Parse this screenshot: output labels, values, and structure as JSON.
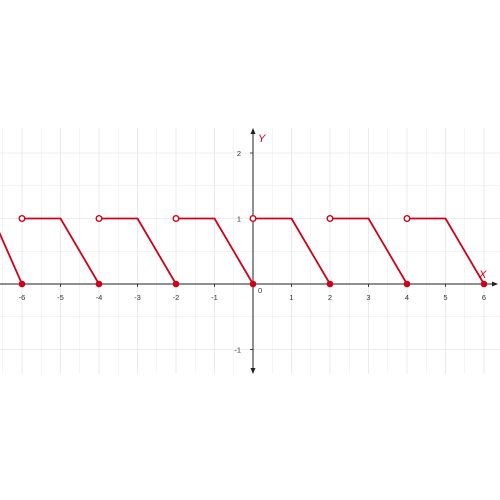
{
  "chart_data": {
    "type": "line",
    "title": "",
    "xlabel": "X",
    "ylabel": "Y",
    "xlim": [
      -6.5,
      6.5
    ],
    "ylim": [
      -1.4,
      2.4
    ],
    "grid": true,
    "x_ticks": [
      -6,
      -5,
      -4,
      -3,
      -2,
      -1,
      0,
      1,
      2,
      3,
      4,
      5,
      6
    ],
    "x_tick_labels": [
      "-6",
      "-5",
      "-4",
      "-3",
      "-2",
      "-1",
      "0",
      "1",
      "2",
      "3",
      "4",
      "5",
      "6"
    ],
    "y_ticks": [
      -1,
      1,
      2
    ],
    "y_tick_labels": [
      "-1",
      "1",
      "2"
    ],
    "origin_label": "0",
    "series": [
      {
        "color": "#d0021b",
        "segments": [
          [
            [
              -6.6,
              0.8
            ],
            [
              -6,
              0
            ]
          ],
          [
            [
              -6,
              1
            ],
            [
              -5,
              1
            ],
            [
              -4,
              0
            ]
          ],
          [
            [
              -4,
              1
            ],
            [
              -3,
              1
            ],
            [
              -2,
              0
            ]
          ],
          [
            [
              -2,
              1
            ],
            [
              -1,
              1
            ],
            [
              0,
              0
            ]
          ],
          [
            [
              0,
              1
            ],
            [
              1,
              1
            ],
            [
              2,
              0
            ]
          ],
          [
            [
              2,
              1
            ],
            [
              3,
              1
            ],
            [
              4,
              0
            ]
          ],
          [
            [
              4,
              1
            ],
            [
              5,
              1
            ],
            [
              6,
              0
            ]
          ]
        ],
        "open_points": [
          [
            -6,
            1
          ],
          [
            -4,
            1
          ],
          [
            -2,
            1
          ],
          [
            0,
            1
          ],
          [
            2,
            1
          ],
          [
            4,
            1
          ]
        ],
        "closed_points": [
          [
            -6,
            0
          ],
          [
            -4,
            0
          ],
          [
            -2,
            0
          ],
          [
            0,
            0
          ],
          [
            2,
            0
          ],
          [
            4,
            0
          ],
          [
            6,
            0
          ]
        ]
      }
    ]
  },
  "colors": {
    "series": "#d0021b",
    "axis": "#222222",
    "grid": "#e6e6e6",
    "axis_label": "#d0021b"
  }
}
